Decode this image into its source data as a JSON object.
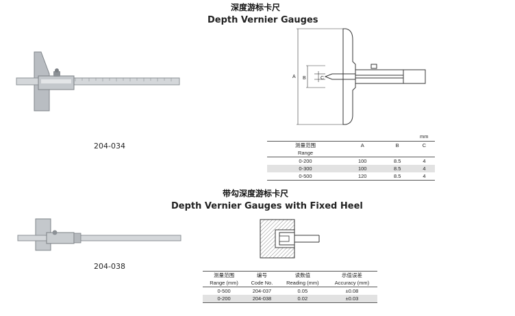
{
  "section1": {
    "title_cn": "深度游标卡尺",
    "title_en": "Depth Vernier Gauges",
    "product_code": "204-034",
    "unit": "mm",
    "diagram_labels": {
      "a": "A",
      "b": "B",
      "c": "C"
    },
    "table": {
      "header_cn": [
        "测量范围",
        "A",
        "B",
        "C"
      ],
      "header_en": [
        "Range",
        "",
        "",
        ""
      ],
      "rows": [
        [
          "0-200",
          "100",
          "8.5",
          "4"
        ],
        [
          "0-300",
          "100",
          "8.5",
          "4"
        ],
        [
          "0-500",
          "120",
          "8.5",
          "4"
        ]
      ]
    }
  },
  "section2": {
    "title_cn": "带勾深度游标卡尺",
    "title_en": "Depth Vernier Gauges with Fixed Heel",
    "product_code": "204-038",
    "table": {
      "header_cn": [
        "测量范围",
        "编号",
        "读数值",
        "示值误差"
      ],
      "header_en": [
        "Range (mm)",
        "Code No.",
        "Reading (mm)",
        "Accuracy (mm)"
      ],
      "rows": [
        [
          "0-500",
          "204-037",
          "0.05",
          "±0.08"
        ],
        [
          "0-200",
          "204-038",
          "0.02",
          "±0.03"
        ]
      ]
    }
  }
}
